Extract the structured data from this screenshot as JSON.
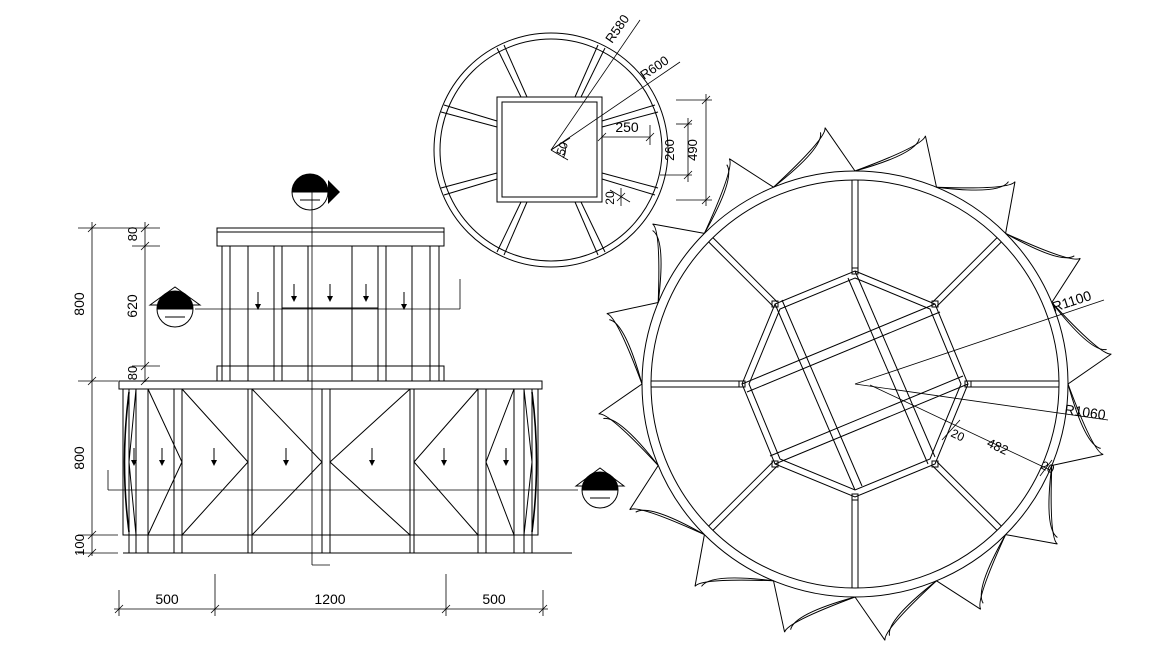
{
  "drawing": {
    "elevation_dims": {
      "total_top": "800",
      "top_a": "80",
      "top_b": "620",
      "top_c": "80",
      "total_bottom": "800",
      "base": "100",
      "width_left": "500",
      "width_mid": "1200",
      "width_right": "500"
    },
    "small_plan_dims": {
      "r_outer": "R580",
      "r_inner": "R600",
      "offset": "250",
      "angle": "50",
      "gap": "20",
      "h1": "260",
      "h2": "490"
    },
    "large_plan_dims": {
      "r1": "R1100",
      "r2": "R1060",
      "len": "482",
      "s1": "20",
      "s2": "20"
    }
  }
}
